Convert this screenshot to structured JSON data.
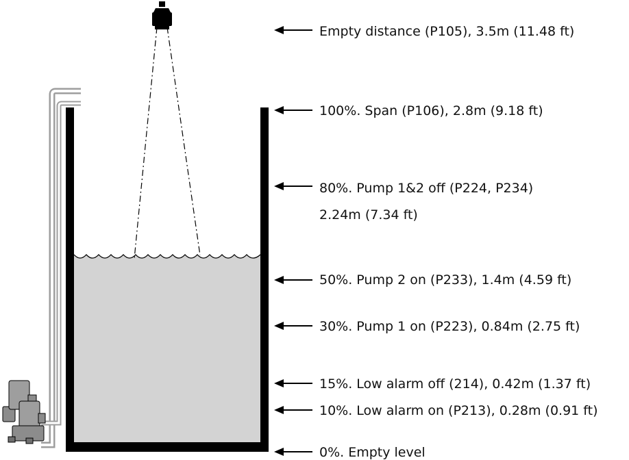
{
  "colors": {
    "liquid": "#d3d3d3",
    "tank_wall": "#000000",
    "pipe_outer": "#bdbdbd",
    "pipe_inner": "#ffffff",
    "pump_body": "#9e9e9e",
    "pump_shadow": "#6f6f6f",
    "text": "#111111"
  },
  "icons": {
    "sensor": "ultrasonic-sensor-icon",
    "pump": "submersible-pump-icon",
    "arrow": "left-arrow-icon"
  },
  "levels": [
    {
      "id": "empty-distance",
      "line1": "Empty distance (P105), 3.5m (11.48 ft)",
      "line2": ""
    },
    {
      "id": "span",
      "line1": "100%. Span (P106), 2.8m (9.18 ft)",
      "line2": ""
    },
    {
      "id": "pump-off",
      "line1": "80%. Pump 1&2 off (P224, P234)",
      "line2": "2.24m (7.34 ft)"
    },
    {
      "id": "pump2-on",
      "line1": "50%. Pump 2 on (P233), 1.4m (4.59 ft)",
      "line2": ""
    },
    {
      "id": "pump1-on",
      "line1": "30%. Pump 1 on (P223), 0.84m (2.75 ft)",
      "line2": ""
    },
    {
      "id": "low-alarm-off",
      "line1": "15%.  Low alarm off (214), 0.42m (1.37 ft)",
      "line2": ""
    },
    {
      "id": "low-alarm-on",
      "line1": "10%.  Low alarm on (P213), 0.28m (0.91 ft)",
      "line2": ""
    },
    {
      "id": "empty-level",
      "line1": "0%. Empty level",
      "line2": ""
    }
  ]
}
